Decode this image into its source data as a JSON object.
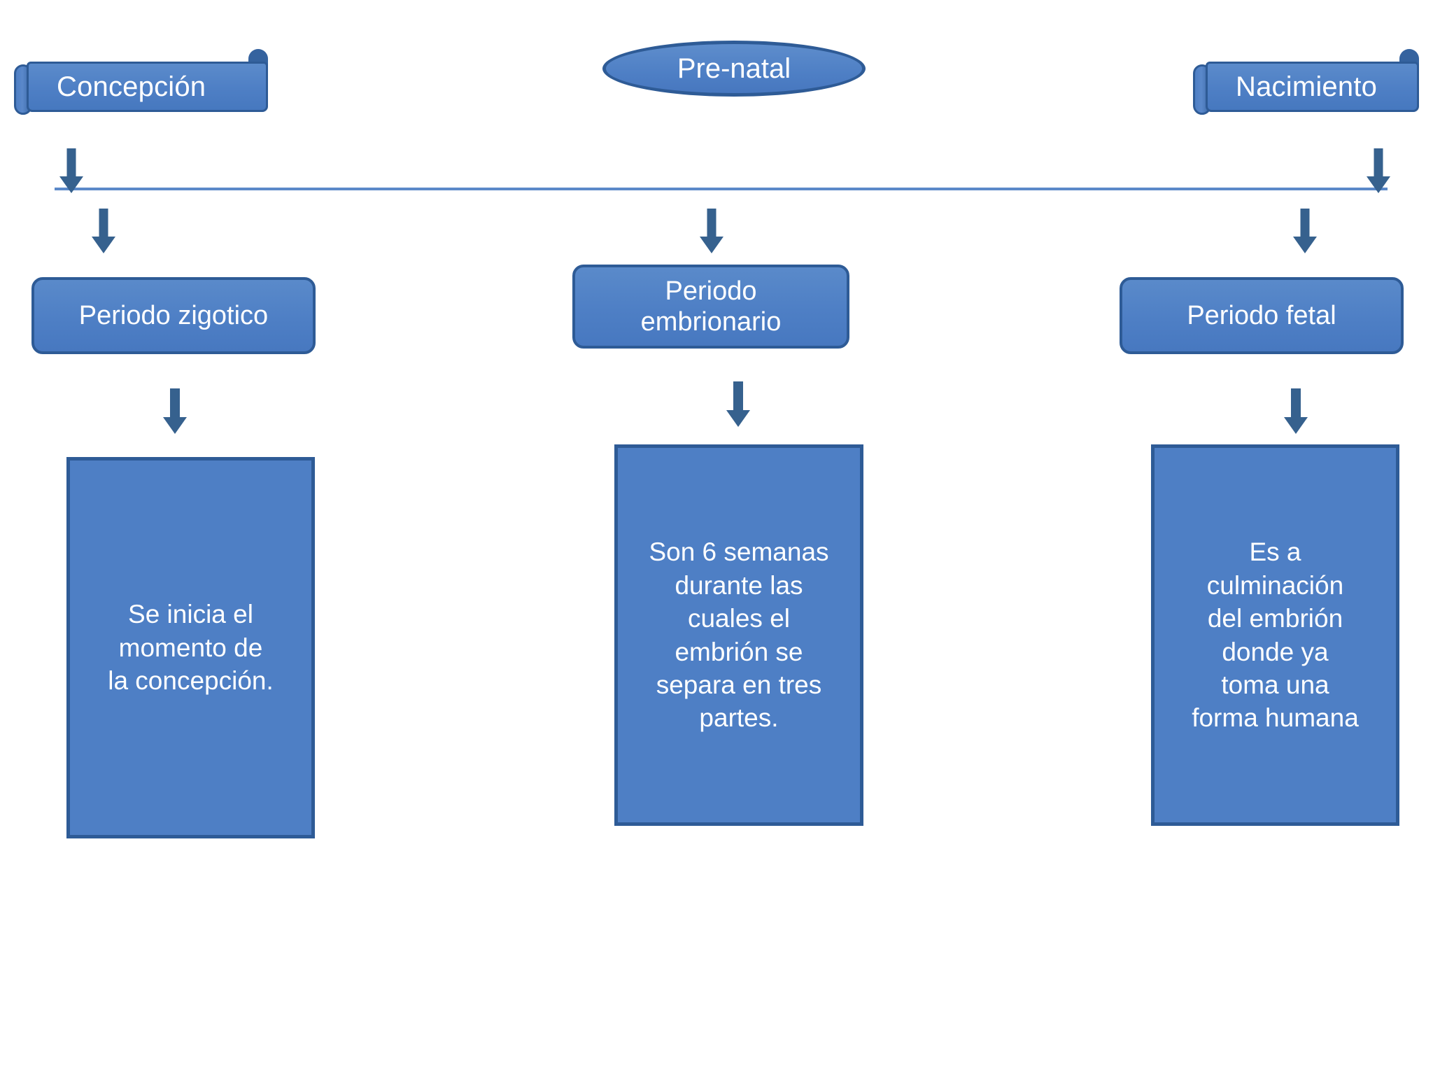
{
  "colors": {
    "shape_fill": "#4E7FC5",
    "shape_border": "#2E5B96",
    "arrow": "#36618E",
    "timeline_line": "#5B89C9",
    "text": "#FFFFFF",
    "background": "#FFFFFF"
  },
  "title_node": {
    "label": "Pre-natal"
  },
  "endpoints": [
    {
      "label": "Concepción"
    },
    {
      "label": "Nacimiento"
    }
  ],
  "periods": [
    {
      "label": "Periodo zigotico"
    },
    {
      "label": "Periodo\nembrionario"
    },
    {
      "label": "Periodo fetal"
    }
  ],
  "descriptions": [
    {
      "text": "Se inicia  el\nmomento de\nla concepción."
    },
    {
      "text": "Son 6 semanas\ndurante las\ncuales el\nembrión se\nsepara en tres\npartes."
    },
    {
      "text": "Es a\nculminación\ndel embrión\ndonde ya\ntoma una\nforma humana"
    }
  ]
}
